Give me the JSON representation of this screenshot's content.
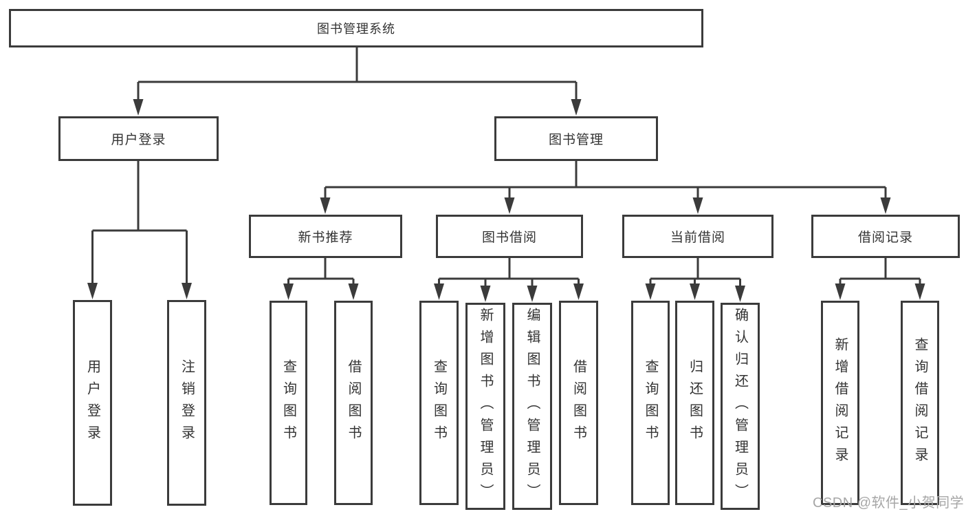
{
  "diagram": {
    "colors": {
      "line": "#3b3b3b",
      "box_border": "#3b3b3b",
      "text": "#333333",
      "watermark": "#a6a6a6",
      "background": "#ffffff"
    },
    "watermark": "CSDN @软件_小贺同学",
    "nodes": {
      "root": {
        "label": "图书管理系统"
      },
      "user_login": {
        "label": "用户登录"
      },
      "book_mgmt": {
        "label": "图书管理"
      },
      "new_book_rec": {
        "label": "新书推荐"
      },
      "book_borrow": {
        "label": "图书借阅"
      },
      "current_borrow": {
        "label": "当前借阅"
      },
      "borrow_records": {
        "label": "借阅记录"
      },
      "user_login_v": {
        "label": "用户登录"
      },
      "logout_v": {
        "label": "注销登录"
      },
      "query_books_1": {
        "label": "查询图书"
      },
      "borrow_books_1": {
        "label": "借阅图书"
      },
      "query_books_2": {
        "label": "查询图书"
      },
      "add_books": {
        "label": "新增图书（管理员）"
      },
      "edit_books": {
        "label": "编辑图书（管理员）"
      },
      "borrow_books_2": {
        "label": "借阅图书"
      },
      "query_books_3": {
        "label": "查询图书"
      },
      "return_books": {
        "label": "归还图书"
      },
      "confirm_return": {
        "label": "确认归还（管理员）"
      },
      "add_borrow_record": {
        "label": "新增借阅记录"
      },
      "query_borrow_record": {
        "label": "查询借阅记录"
      }
    },
    "edges": [
      {
        "parent": "root",
        "children": [
          "user_login",
          "book_mgmt"
        ]
      },
      {
        "parent": "user_login",
        "children": [
          "user_login_v",
          "logout_v"
        ]
      },
      {
        "parent": "book_mgmt",
        "children": [
          "new_book_rec",
          "book_borrow",
          "current_borrow",
          "borrow_records"
        ]
      },
      {
        "parent": "new_book_rec",
        "children": [
          "query_books_1",
          "borrow_books_1"
        ]
      },
      {
        "parent": "book_borrow",
        "children": [
          "query_books_2",
          "add_books",
          "edit_books",
          "borrow_books_2"
        ]
      },
      {
        "parent": "current_borrow",
        "children": [
          "query_books_3",
          "return_books",
          "confirm_return"
        ]
      },
      {
        "parent": "borrow_records",
        "children": [
          "add_borrow_record",
          "query_borrow_record"
        ]
      }
    ]
  }
}
